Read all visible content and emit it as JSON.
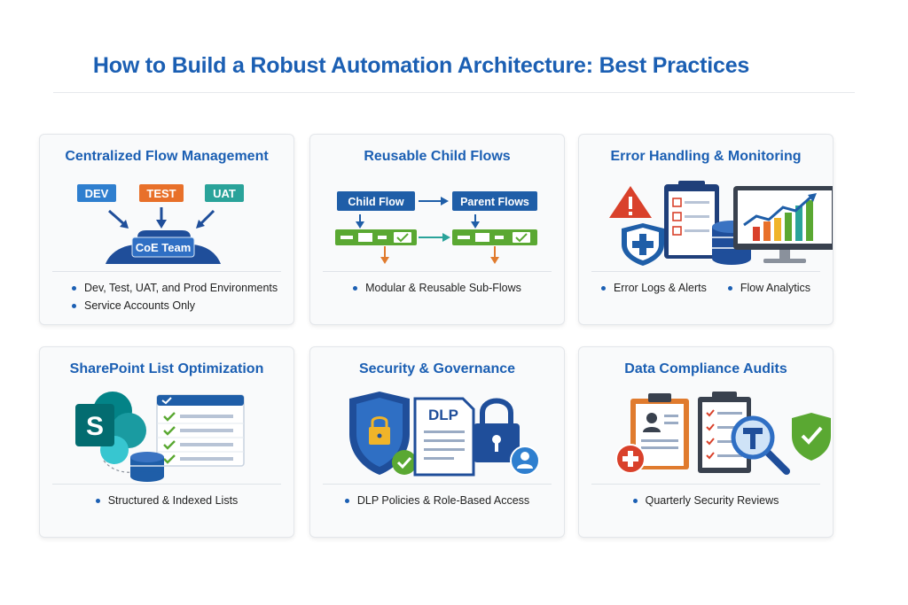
{
  "title": "How to Build a Robust Automation Architecture: Best Practices",
  "cards": [
    {
      "title": "Centralized Flow Management",
      "env_tags": [
        "DEV",
        "TEST",
        "UAT"
      ],
      "hub_label": "CoE Team",
      "bullets": [
        "Dev, Test, UAT, and Prod Environments",
        "Service Accounts Only"
      ]
    },
    {
      "title": "Reusable Child Flows",
      "child_label": "Child Flow",
      "parent_label": "Parent Flows",
      "bullets": [
        "Modular & Reusable Sub-Flows"
      ]
    },
    {
      "title": "Error Handling & Monitoring",
      "bullets": [
        "Error Logs & Alerts",
        "Flow Analytics"
      ]
    },
    {
      "title": "SharePoint List Optimization",
      "sp_letter": "S",
      "bullets": [
        "Structured & Indexed Lists"
      ]
    },
    {
      "title": "Security & Governance",
      "dlp_label": "DLP",
      "bullets": [
        "DLP Policies & Role-Based Access"
      ]
    },
    {
      "title": "Data Compliance Audits",
      "bullets": [
        "Quarterly Security Reviews"
      ]
    }
  ],
  "colors": {
    "title_blue": "#1b5fb3",
    "dev": "#2f7fcf",
    "test": "#e8702a",
    "uat": "#2aa39a",
    "navy": "#1f4e9a",
    "green": "#5aa832",
    "red": "#d9412b",
    "orange": "#e07b2e"
  }
}
